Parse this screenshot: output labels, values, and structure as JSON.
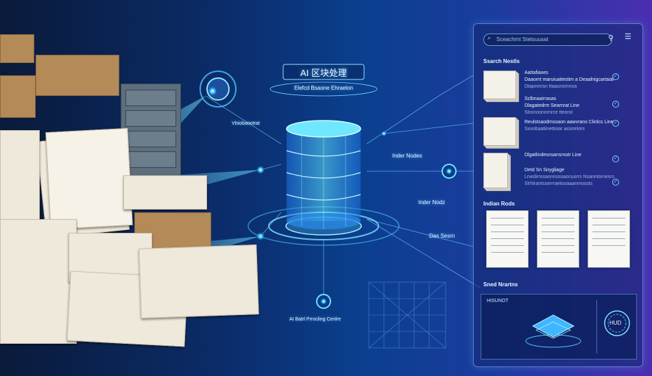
{
  "title": "AI 区块处理",
  "subtitle": "Elefcd Bsaone Ehraelon",
  "labels": {
    "vision": "Vlsiobaootrat",
    "index_nodes_1": "Inder Nodes",
    "index_nodes_2": "Inder Nodz",
    "data_search": "Das Sesrn",
    "processing_center": "AI Batrl Prrocling Cenlre"
  },
  "panel": {
    "search_placeholder": "Sceachmt Stetsuusat",
    "results_title": "Ssarch Nestls",
    "results": [
      {
        "title": "Aattafiaxes",
        "line1": "Daaomt maruiuatiestim a Deaalnigcartaial",
        "line2": "Dtapnensn ttaaunsmnoa"
      },
      {
        "title": "Sclbnaairrasas",
        "line1": "Dlagatedrm Searnrat Line",
        "line2": "Slssnoonnrnrce tteoroi"
      },
      {
        "title": "Reulstsaodmsoaon aawvrans Clinlcs Line",
        "line1": "Sxxobaatiinettoiar  aciorelors",
        "line2": ""
      },
      {
        "title": "Dlgatlindesnsansrnotr Line",
        "line1": "",
        "line2": ""
      },
      {
        "title": "Detd Sn Sirygliage",
        "line1": "Lrwslirrosaonnssoaocuorrs Nsanntornesrs",
        "line2": "Slrhlrantsserrraetooaaanmossts"
      }
    ],
    "index_title": "Indian Rods",
    "visual_title": "Sned Nrartns",
    "visual_label": "HISUNOT",
    "hud_label": "HUD"
  }
}
